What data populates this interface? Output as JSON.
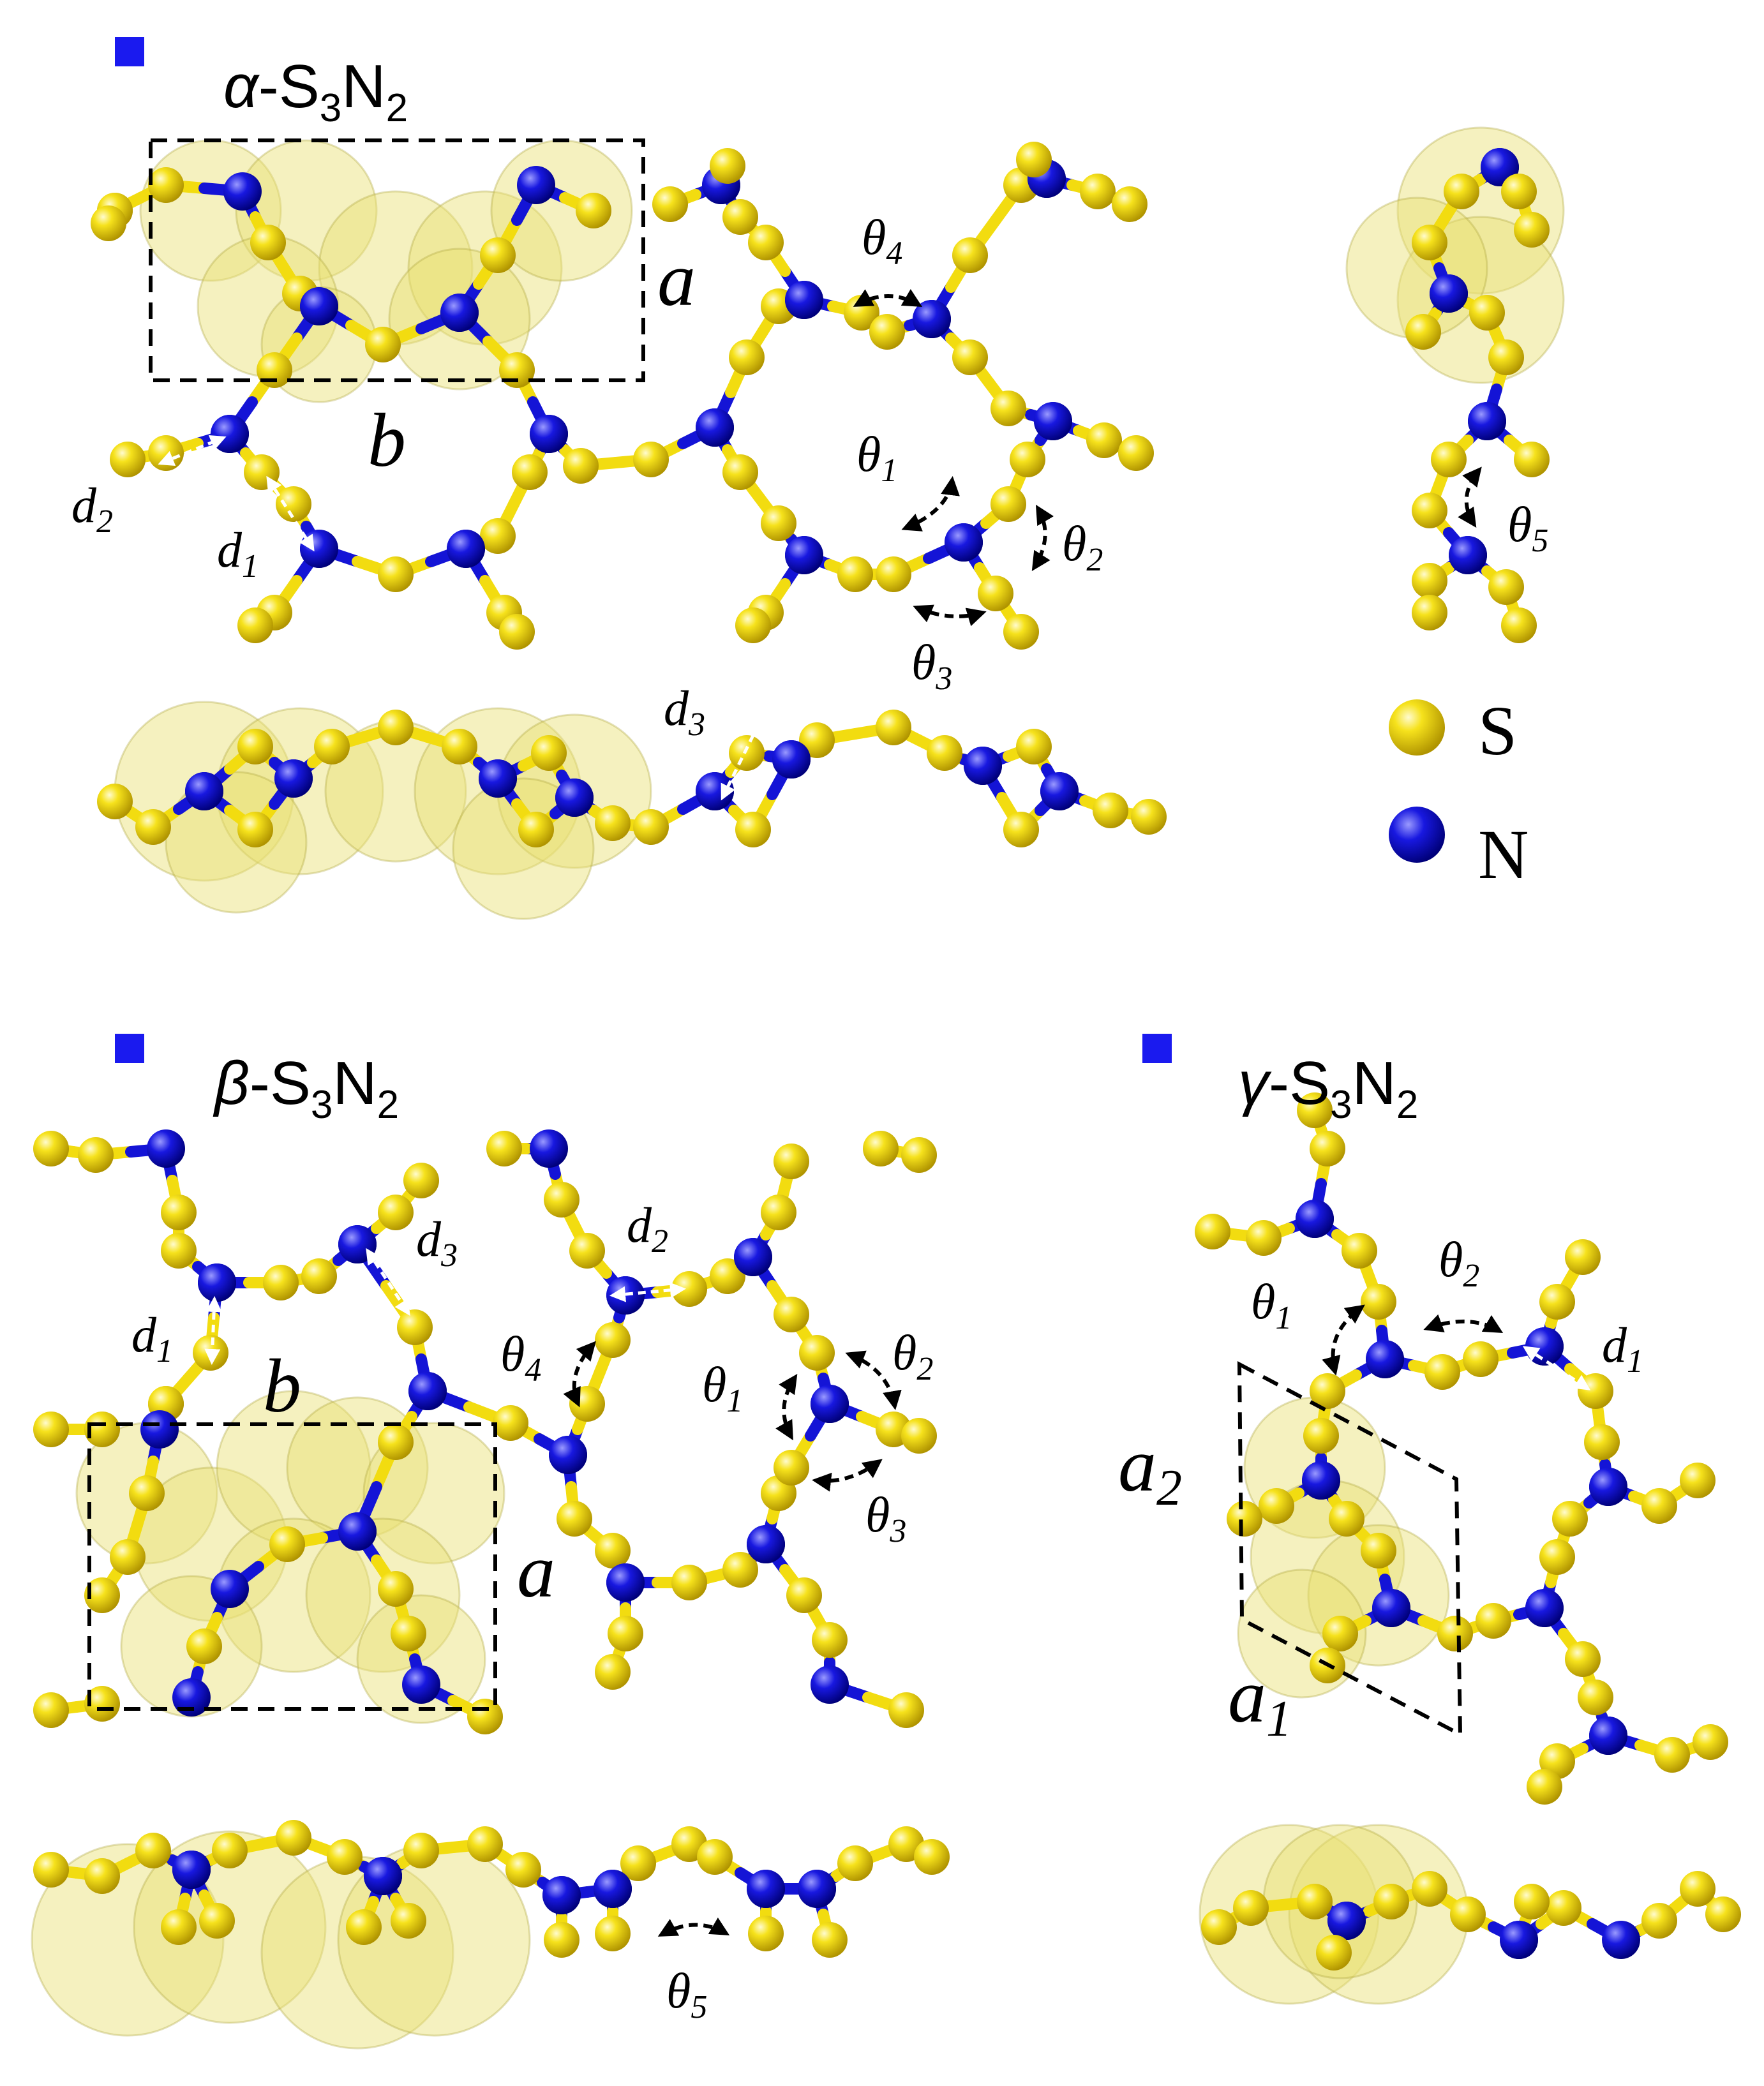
{
  "colors": {
    "sulfur": "#f2dc10",
    "nitrogen": "#1414d6",
    "density": "#e8e070",
    "marker": "#1a1aef"
  },
  "panels": {
    "alpha": {
      "title_greek": "α",
      "title_main": "-S",
      "sub1": "3",
      "mid": "N",
      "sub2": "2",
      "lattice": {
        "a": "a",
        "b": "b"
      },
      "bonds": {
        "d1": "d",
        "d1s": "1",
        "d2": "d",
        "d2s": "2",
        "d3": "d",
        "d3s": "3"
      },
      "angles": {
        "t1": "θ",
        "t1s": "1",
        "t2": "θ",
        "t2s": "2",
        "t3": "θ",
        "t3s": "3",
        "t4": "θ",
        "t4s": "4",
        "t5": "θ",
        "t5s": "5"
      }
    },
    "beta": {
      "title_greek": "β",
      "title_main": "-S",
      "sub1": "3",
      "mid": "N",
      "sub2": "2",
      "lattice": {
        "a": "a",
        "b": "b"
      },
      "bonds": {
        "d1": "d",
        "d1s": "1",
        "d2": "d",
        "d2s": "2",
        "d3": "d",
        "d3s": "3"
      },
      "angles": {
        "t1": "θ",
        "t1s": "1",
        "t2": "θ",
        "t2s": "2",
        "t3": "θ",
        "t3s": "3",
        "t4": "θ",
        "t4s": "4",
        "t5": "θ",
        "t5s": "5"
      }
    },
    "gamma": {
      "title_greek": "γ",
      "title_main": "-S",
      "sub1": "3",
      "mid": "N",
      "sub2": "2",
      "lattice": {
        "a1": "a",
        "a1s": "1",
        "a2": "a",
        "a2s": "2"
      },
      "bonds": {
        "d1": "d",
        "d1s": "1"
      },
      "angles": {
        "t1": "θ",
        "t1s": "1",
        "t2": "θ",
        "t2s": "2"
      }
    }
  },
  "legend": {
    "s": "S",
    "n": "N"
  }
}
